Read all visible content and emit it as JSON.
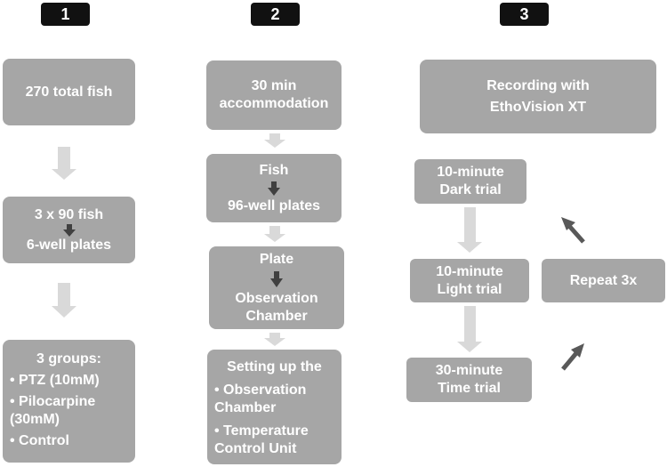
{
  "badges": [
    "1",
    "2",
    "3"
  ],
  "col1": {
    "box1": "270 total fish",
    "box2_top": "3 x 90 fish",
    "box2_bottom": "6-well plates",
    "box3_title": "3 groups:",
    "box3_items": [
      "• PTZ (10mM)",
      "• Pilocarpine (30mM)",
      "• Control"
    ]
  },
  "col2": {
    "box1": "30 min accommodation",
    "box2_top": "Fish",
    "box2_bottom": "96-well plates",
    "box3_top": "Plate",
    "box3_bottom": "Observation Chamber",
    "box4_title": "Setting up the",
    "box4_items": [
      "• Observation Chamber",
      "• Temperature Control Unit"
    ]
  },
  "col3": {
    "box1": "Recording with EthoVision XT",
    "dark": "10-minute Dark trial",
    "light": "10-minute Light trial",
    "time": "30-minute Time trial",
    "repeat": "Repeat 3x"
  },
  "colors": {
    "box": "#a6a6a6",
    "light_arrow": "#d9d9d9",
    "dark_arrow": "#404040",
    "diag_arrow": "#595959",
    "badge": "#111111"
  }
}
